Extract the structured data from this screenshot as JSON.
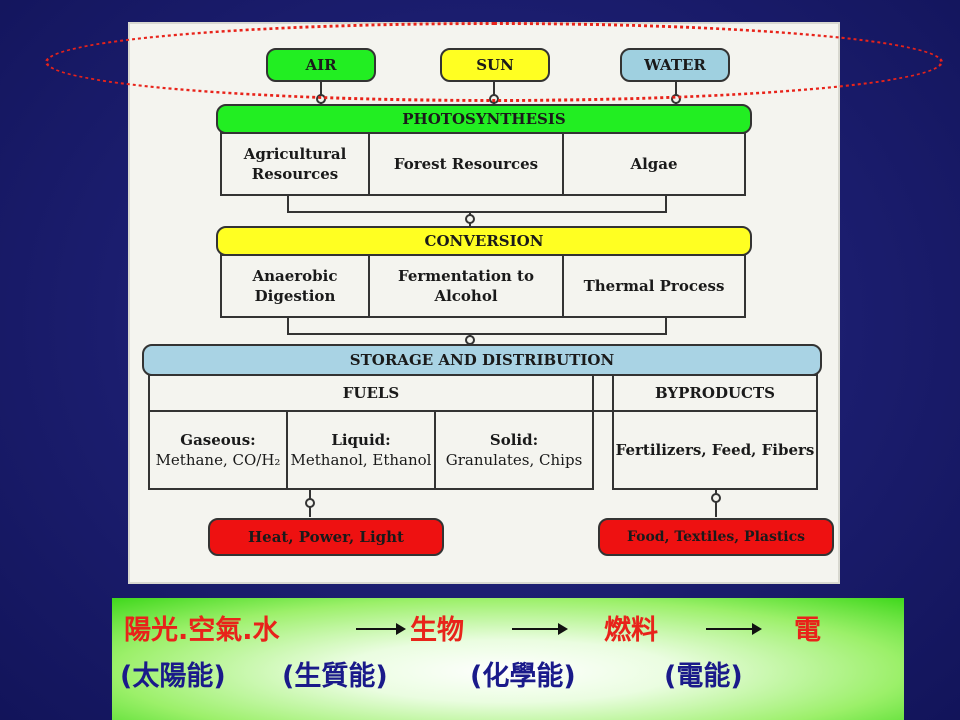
{
  "inputs": {
    "air": "AIR",
    "sun": "SUN",
    "water": "WATER"
  },
  "photosynthesis": {
    "title": "PHOTOSYNTHESIS",
    "cells": [
      "Agricultural Resources",
      "Forest Resources",
      "Algae"
    ]
  },
  "conversion": {
    "title": "CONVERSION",
    "cells": [
      "Anaerobic Digestion",
      "Fermentation to Alcohol",
      "Thermal Process"
    ]
  },
  "storage": {
    "title": "STORAGE AND DISTRIBUTION",
    "fuels_title": "FUELS",
    "byproducts_title": "BYPRODUCTS",
    "fuels": [
      {
        "head": "Gaseous:",
        "sub": "Methane, CO/H₂"
      },
      {
        "head": "Liquid:",
        "sub": "Methanol, Ethanol"
      },
      {
        "head": "Solid:",
        "sub": "Granulates, Chips"
      }
    ],
    "byproducts": "Fertilizers, Feed, Fibers"
  },
  "outputs": {
    "energy": "Heat, Power, Light",
    "materials": "Food, Textiles, Plastics"
  },
  "caption": {
    "row1": [
      "陽光.空氣.水",
      "生物",
      "燃料",
      "電"
    ],
    "row2": [
      "(太陽能)",
      "(生質能)",
      "(化學能)",
      "(電能)"
    ]
  },
  "colors": {
    "green": "#22ee22",
    "yellow": "#ffff22",
    "water": "#9fd0e0",
    "storage": "#a9d3e4",
    "red": "#ee1111",
    "highlight": "#e8231a"
  }
}
